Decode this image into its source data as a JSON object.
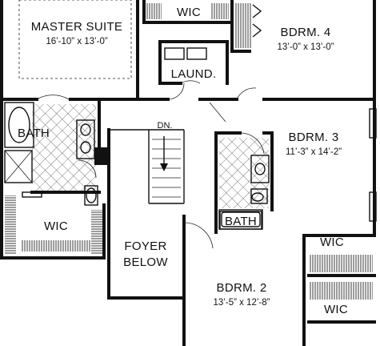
{
  "rooms": {
    "master_suite": {
      "name": "MASTER SUITE",
      "dims": "16’-10” x 13’-0”"
    },
    "bedroom_4": {
      "name": "BDRM. 4",
      "dims": "13’-0” x 13’-0”"
    },
    "bedroom_3": {
      "name": "BDRM. 3",
      "dims": "11’-3” x 14’-2”"
    },
    "bedroom_2": {
      "name": "BDRM. 2",
      "dims": "13’-5” x 12’-8”"
    },
    "wic_top": {
      "name": "WIC"
    },
    "wic_master": {
      "name": "WIC"
    },
    "wic_right_upper": {
      "name": "WIC"
    },
    "wic_right_lower": {
      "name": "WIC"
    },
    "laundry": {
      "name": "LAUND."
    },
    "bath_master": {
      "name": "BATH"
    },
    "bath_hall": {
      "name": "BATH"
    },
    "foyer": {
      "line1": "FOYER",
      "line2": "BELOW"
    },
    "stair": {
      "label": "DN."
    }
  }
}
